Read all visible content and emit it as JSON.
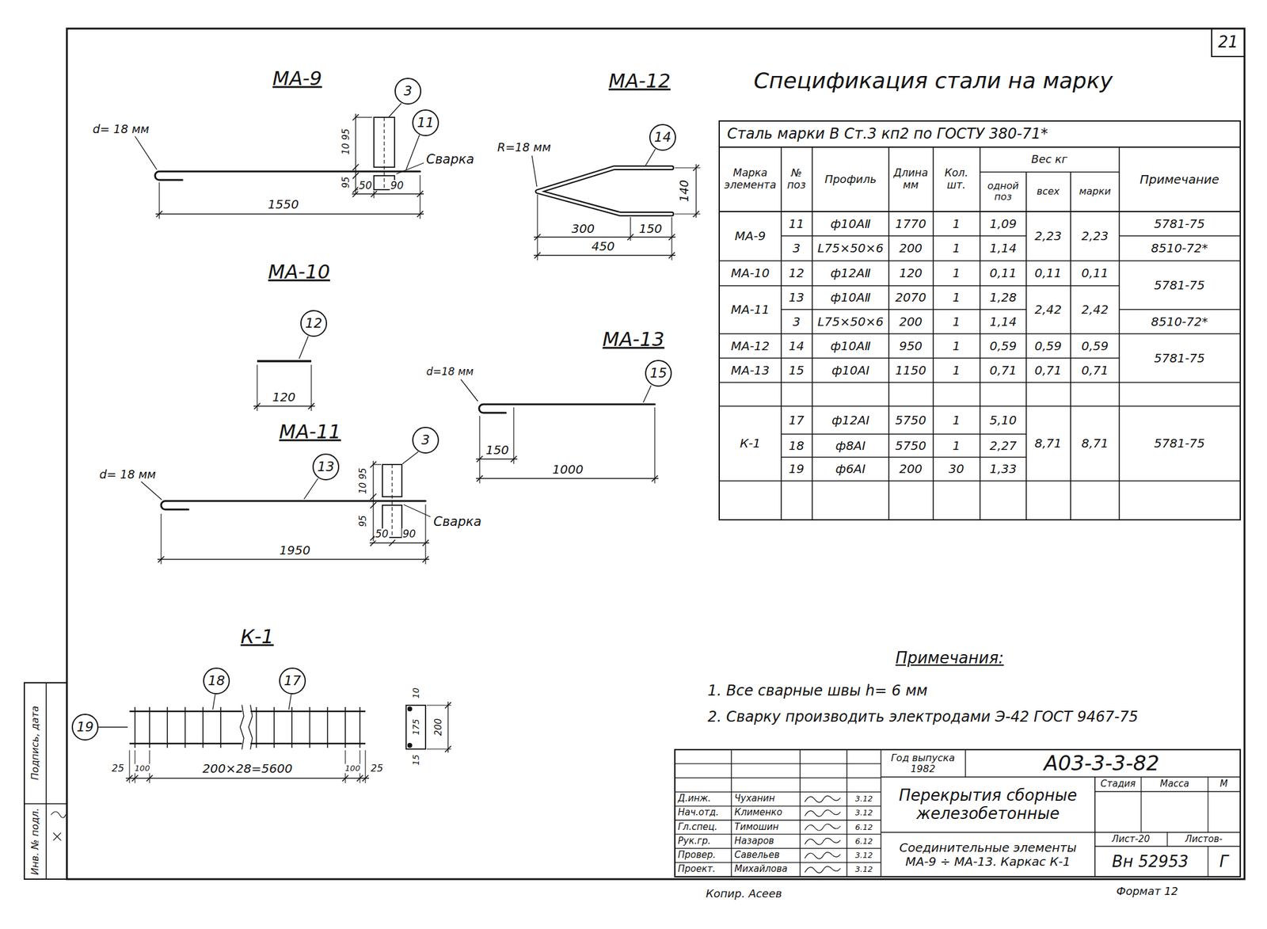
{
  "diagram": {
    "title": "Спецификация стали на марку",
    "nodes": [
      {
        "text": [
          "3"
        ]
      },
      {
        "text": [
          "11"
        ]
      },
      {
        "text": [
          "14"
        ]
      },
      {
        "text": [
          "12"
        ]
      },
      {
        "text": [
          "15"
        ]
      },
      {
        "text": [
          "3"
        ]
      },
      {
        "text": [
          "13"
        ]
      },
      {
        "text": [
          "18"
        ]
      },
      {
        "text": [
          "17"
        ]
      },
      {
        "text": [
          "19"
        ]
      }
    ],
    "labels": [
      "21",
      "МА-9",
      "d= 18 мм",
      "10 95",
      "95",
      "Сварка",
      "50",
      "90",
      "1550",
      "МА-12",
      "R=18 мм",
      "140",
      "300",
      "150",
      "450",
      "МА-10",
      "120",
      "МА-11",
      "d= 18 мм",
      "10 95",
      "95",
      "Сварка",
      "50",
      "90",
      "1950",
      "МА-13",
      "d=18 мм",
      "150",
      "1000",
      "К-1",
      "25",
      "100",
      "200×28=5600",
      "100",
      "25",
      "10",
      "175",
      "200",
      "15",
      "Сталь марки В Ст.3 кп2 по ГОСТУ 380-71*",
      "Марка элемента",
      "№ поз",
      "Профиль",
      "Длина мм",
      "Кол. шт.",
      "Вес кг",
      "одной поз",
      "всех",
      "марки",
      "Примечание",
      "МА-9",
      "11",
      "ф10АⅡ",
      "1770",
      "1",
      "1,09",
      "2,23",
      "2,23",
      "5781-75",
      "3",
      "L75×50×6",
      "200",
      "1",
      "1,14",
      "8510-72*",
      "МА-10",
      "12",
      "ф12АⅡ",
      "120",
      "1",
      "0,11",
      "0,11",
      "0,11",
      "5781-75",
      "МА-11",
      "13",
      "ф10АⅡ",
      "2070",
      "1",
      "1,28",
      "2,42",
      "2,42",
      "3",
      "L75×50×6",
      "200",
      "1",
      "1,14",
      "8510-72*",
      "МА-12",
      "14",
      "ф10АⅡ",
      "950",
      "1",
      "0,59",
      "0,59",
      "0,59",
      "МА-13",
      "15",
      "ф10АⅠ",
      "1150",
      "1",
      "0,71",
      "0,71",
      "0,71",
      "5781-75",
      "К-1",
      "17",
      "ф12АⅠ",
      "5750",
      "1",
      "5,10",
      "18",
      "ф8АⅠ",
      "5750",
      "1",
      "2,27",
      "19",
      "ф6АⅠ",
      "200",
      "30",
      "1,33",
      "8,71",
      "8,71",
      "5781-75",
      "Примечания:",
      "1. Все сварные швы h= 6 мм",
      "2. Сварку производить электродами Э-42 ГОСТ 9467-75",
      "Д.инж.",
      "Чуханин",
      "3.12",
      "Нач.отд.",
      "Клименко",
      "3.12",
      "Гл.спец.",
      "Тимошин",
      "6.12",
      "Рук.гр.",
      "Назаров",
      "6.12",
      "Провер.",
      "Савельев",
      "3.12",
      "Проект.",
      "Михайлова",
      "3.12",
      "Год выпуска 1982",
      "А03-3-3-82",
      "Перекрытия сборные железобетонные",
      "Стадия",
      "Масса",
      "М",
      "Лист-20",
      "Листов-",
      "Соединительные элементы МА-9 ÷ МА-13. Каркас К-1",
      "Вн 52953",
      "Г",
      "Копир. Асеев",
      "Формат 12",
      "Инв. № подл.",
      "Подпись, дата"
    ]
  }
}
